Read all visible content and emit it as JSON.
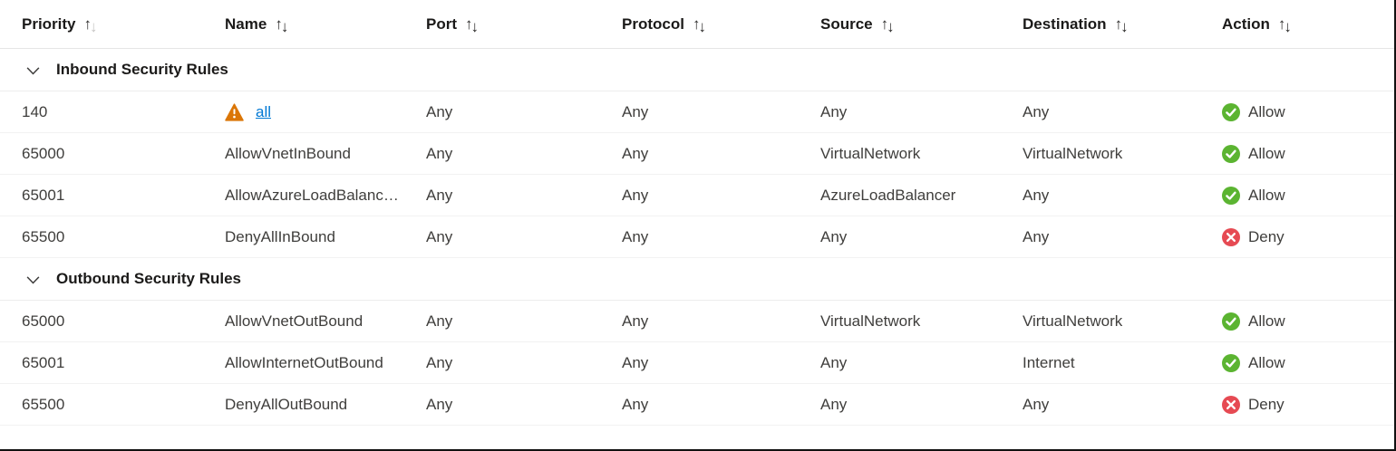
{
  "columns": [
    {
      "label": "Priority",
      "sort_state": "ascending"
    },
    {
      "label": "Name",
      "sort_state": "none"
    },
    {
      "label": "Port",
      "sort_state": "none"
    },
    {
      "label": "Protocol",
      "sort_state": "none"
    },
    {
      "label": "Source",
      "sort_state": "none"
    },
    {
      "label": "Destination",
      "sort_state": "none"
    },
    {
      "label": "Action",
      "sort_state": "none"
    }
  ],
  "icons": {
    "sort_up": "↑",
    "sort_down": "↓",
    "group_chevron": "chevron-down-icon",
    "warning": "warning-triangle-icon",
    "allow": "green-check-circle-icon",
    "deny": "red-x-circle-icon"
  },
  "colors": {
    "link_blue": "#0078d4",
    "allow_green": "#5bb431",
    "deny_red": "#e64a53",
    "warning_orange": "#db7607",
    "header_text": "#1b1a19",
    "row_text": "#3f3e3c"
  },
  "groups": [
    {
      "label": "Inbound Security Rules",
      "rows": [
        {
          "priority": "140",
          "name": "all",
          "port": "Any",
          "protocol": "Any",
          "source": "Any",
          "destination": "Any",
          "action": "Allow",
          "has_warning": true,
          "name_is_link": true
        },
        {
          "priority": "65000",
          "name": "AllowVnetInBound",
          "port": "Any",
          "protocol": "Any",
          "source": "VirtualNetwork",
          "destination": "VirtualNetwork",
          "action": "Allow"
        },
        {
          "priority": "65001",
          "name": "AllowAzureLoadBalanc…",
          "port": "Any",
          "protocol": "Any",
          "source": "AzureLoadBalancer",
          "destination": "Any",
          "action": "Allow"
        },
        {
          "priority": "65500",
          "name": "DenyAllInBound",
          "port": "Any",
          "protocol": "Any",
          "source": "Any",
          "destination": "Any",
          "action": "Deny"
        }
      ]
    },
    {
      "label": "Outbound Security Rules",
      "rows": [
        {
          "priority": "65000",
          "name": "AllowVnetOutBound",
          "port": "Any",
          "protocol": "Any",
          "source": "VirtualNetwork",
          "destination": "VirtualNetwork",
          "action": "Allow"
        },
        {
          "priority": "65001",
          "name": "AllowInternetOutBound",
          "port": "Any",
          "protocol": "Any",
          "source": "Any",
          "destination": "Internet",
          "action": "Allow"
        },
        {
          "priority": "65500",
          "name": "DenyAllOutBound",
          "port": "Any",
          "protocol": "Any",
          "source": "Any",
          "destination": "Any",
          "action": "Deny"
        }
      ]
    }
  ]
}
